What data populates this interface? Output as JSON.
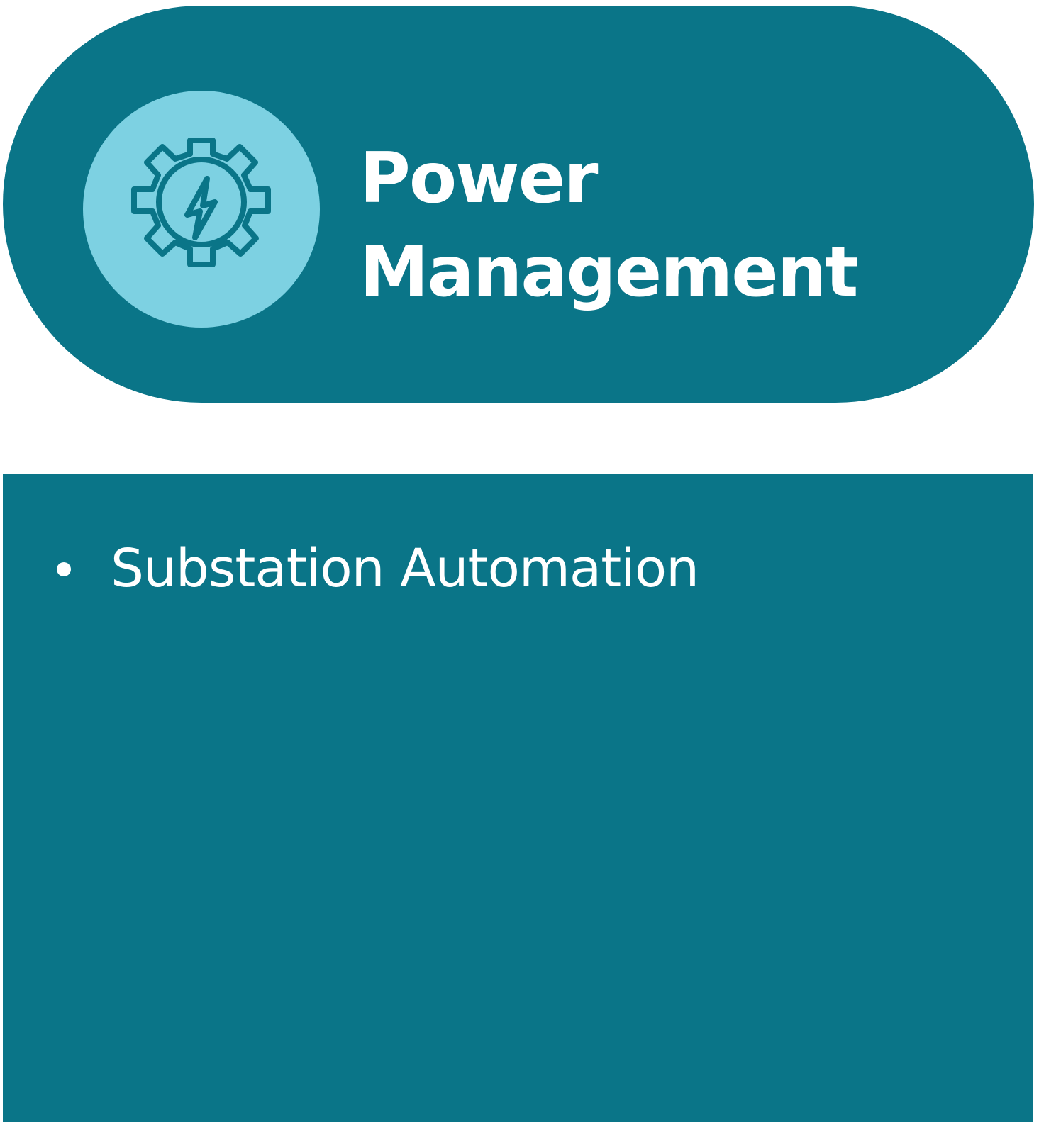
{
  "header": {
    "title_lines": [
      "Power",
      "Management"
    ],
    "icon": "gear-lightning-icon"
  },
  "panel": {
    "items": [
      {
        "label": "Substation Automation"
      }
    ]
  },
  "colors": {
    "primary_teal": "#0a7588",
    "icon_circle": "#7dd1e2",
    "text": "#ffffff",
    "background": "#ffffff"
  }
}
